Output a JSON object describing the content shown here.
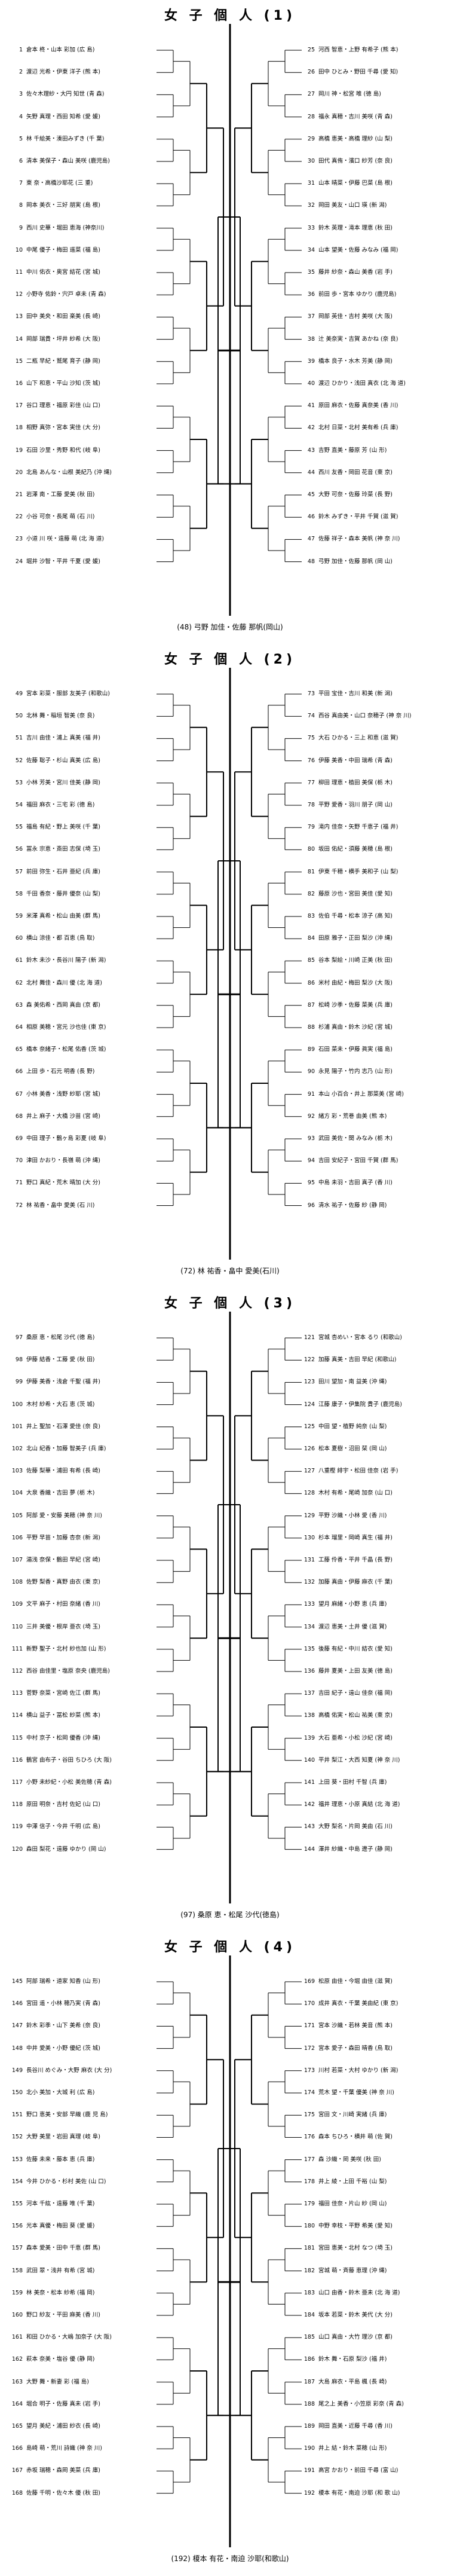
{
  "sections": [
    {
      "title": "女 子 個 人 (1)",
      "winner": "(48)  弓野 加佳・佐藤 那帆(岡山)",
      "left": [
        "1 倉本 柊・山本 彩加 (広 島)",
        "2 渡辺 光希・伊東 洋子 (熊 本)",
        "3 佐々木理紗・大円 知世 (青 森)",
        "4 矢野 真理・西田 知希 (愛 媛)",
        "5 林 千絵美・湊田みずき (千 葉)",
        "6 清本 美保子・森山 美咲 (鹿児島)",
        "7 東 奈・高橋沙耶花 (三 重)",
        "8 岡本 美衣・三好 朋実 (島 根)",
        "9 西川 史華・堀田 恵海 (神奈川)",
        "10 中尾 優子・梅田 遥菜 (福 島)",
        "11 中川 佑衣・奥宮 結花 (宮 城)",
        "12 小野寺 佑鈴・宍戸 卓未 (青 森)",
        "13 田中 美央・和田 楽美 (長 崎)",
        "14 岡部 瑞貴・坪井 紗希 (大 阪)",
        "15 二瓶 早紀・鷲尾 育子 (静 岡)",
        "16 山下 和恵・平山 沙知 (茨 城)",
        "17 谷口 理恵・福原 彩佳 (山 口)",
        "18 相野 真弥・宮本 実佳 (大 分)",
        "19 石田 沙里・秀野 和代 (岐 阜)",
        "20 北島 あんな・山根 美紀乃 (沖 縄)",
        "21 岩澤 南・工藤 愛美 (秋 田)",
        "22 小谷 可奈・長尾 萌 (石 川)",
        "23 小道 川 咲・遠藤 萌 (北 海 道)",
        "24 堀井 沙智・平井 千夏 (愛 媛)"
      ],
      "right": [
        "25 河西 智恵・上野 有希子 (熊 本)",
        "26 田中 ひとみ・野田 千尋 (愛 知)",
        "27 岡川 神・松宮 唯 (徳 島)",
        "28 福永 真穂・吉川 美咲 (青 森)",
        "29 高橋 恵美・高橋 理紗 (山 梨)",
        "30 田代 真侑・濱口 紗芳 (奈 良)",
        "31 山本 晴菜・伊藤 巴菜 (島 根)",
        "32 岡田 美友・山口 瑛 (新 潟)",
        "33 鈴木 英理・滝本 理恵 (秋 田)",
        "34 山本 望美・佐藤 みなみ (福 岡)",
        "35 藤井 紗奈・森山 美香 (岩 手)",
        "36 前田 歩・宮本 ゆかり (鹿児島)",
        "37 岡部 英佳・吉村 美咲 (大 阪)",
        "38 辻 美奈実・吉賀 あかね (奈 良)",
        "39 橋本 良子・水木 芳美 (静 岡)",
        "40 渡辺 ひかり・浅田 真衣 (北 海 道)",
        "41 原田 麻衣・佐藤 真奈美 (香 川)",
        "42 北村 日菜・北村 美有希 (兵 庫)",
        "43 吉野 直美・藤原 芳 (山 形)",
        "44 西川 友香・岡田 花音 (東 京)",
        "45 大野 可奈・佐藤 玲菜 (長 野)",
        "46 鈴木 みずき・平井 千賀 (滋 賀)",
        "47 佐藤 祥子・森本 美帆 (神 奈 川)",
        "48 弓野 加佳・佐藤 那帆 (岡 山)"
      ]
    },
    {
      "title": "女 子 個 人 (2)",
      "winner": "(72)  林 祐香・畠中 愛美(石川)",
      "left": [
        "49 宮本 彩菜・服部 友美子 (和歌山)",
        "50 北林 舞・稲垣 智美 (奈 良)",
        "51 吉川 由佳・浦上 真美 (福 井)",
        "52 佐藤 聡子・杉山 真美 (広 島)",
        "53 小林 芳美・宮川 佳美 (静 岡)",
        "54 福田 麻衣・三宅 彩 (徳 島)",
        "55 福島 有紀・野上 美咲 (千 葉)",
        "56 冨永 宗恵・斎田 志保 (埼 玉)",
        "57 前田 弥生・石井 亜紀 (兵 庫)",
        "58 千田 香奈・藤井 優奈 (山 梨)",
        "59 米澤 真希・松山 由美 (群 馬)",
        "60 横山 涼佳・都 百恵 (鳥 取)",
        "61 鈴木 未沙・長谷川 陽子 (新 潟)",
        "62 北村 舞佳・森川 優 (北 海 道)",
        "63 森 美佑希・西岡 真由 (京 都)",
        "64 相原 美穂・宮元 沙也佳 (東 京)",
        "65 橋本 奈緒子・松尾 佑香 (茨 城)",
        "66 上田 歩・石元 明香 (長 野)",
        "67 小林 美香・浅野 紗耶 (宮 城)",
        "68 井上 麻子・大橋 沙苗 (宮 崎)",
        "69 中田 理子・鶴ヶ島 彩夏 (岐 阜)",
        "70 津田 かおり・長嶺 萌 (沖 縄)",
        "71 野口 真紀・荒木 晴加 (大 分)",
        "72 林 祐香・畠中 愛美 (石 川)"
      ],
      "right": [
        "73 平田 宝佳・吉川 和美 (新 潟)",
        "74 西谷 真由美・山口 奈穂子 (神 奈 川)",
        "75 大石 ひかる・三上 和恵 (滋 賀)",
        "76 伊藤 美香・中田 瑞希 (青 森)",
        "77 柳田 理恵・植田 美保 (栃 木)",
        "78 平野 愛香・羽川 朋子 (岡 山)",
        "79 滝内 佳奈・矢野 千恵子 (福 井)",
        "80 坂田 佑紀・須藤 美穂 (島 根)",
        "81 伊東 千穂・横手 美和子 (山 梨)",
        "82 藤原 沙也・宮田 美佳 (愛 知)",
        "83 佐伯 千尋・松本 涼子 (高 知)",
        "84 田原 雅子・正田 梨沙 (沖 縄)",
        "85 谷本 梨絵・川崎 正美 (秋 田)",
        "86 米村 由紀・梅田 梨沙 (大 阪)",
        "87 松崎 沙季・佐藤 菜美 (兵 庫)",
        "88 杉浦 真由・鈴木 沙紀 (宮 城)",
        "89 石田 菜未・伊藤 眞実 (福 島)",
        "90 永見 陽子・竹内 志乃 (山 形)",
        "91 本山 小百合・井上 那菜美 (宮 崎)",
        "92 緒方 彩・荒巻 由美 (熊 本)",
        "93 武田 美佐・関 みなみ (栃 木)",
        "94 吉田 安紀子・宮田 千賀 (群 馬)",
        "95 中島 未羽・吉田 真子 (香 川)",
        "96 清水 祐子・佐藤 紗 (静 岡)"
      ]
    },
    {
      "title": "女 子 個 人 (3)",
      "winner": "(97)  桑原 恵・松尾 沙代(徳島)",
      "left": [
        "97 桑原 恵・松尾 沙代 (徳 島)",
        "98 伊藤 結香・工藤 愛 (秋 田)",
        "99 伊藤 美香・浅倉 千聖 (福 井)",
        "100 木村 紗希・大石 恵 (茨 城)",
        "101 井上 聖加・石澤 愛佳 (奈 良)",
        "102 北山 紀香・加藤 智美子 (兵 庫)",
        "103 佐藤 梨華・浦田 有希 (長 崎)",
        "104 大泉 香織・吉田 夢 (栃 木)",
        "105 阿部 愛・安藤 美穂 (神 奈 川)",
        "106 平野 早苗・加藤 杏奈 (新 潟)",
        "107 湯浅 奈保・鶴田 早紀 (宮 崎)",
        "108 佐野 梨香・真野 由衣 (東 京)",
        "109 文平 麻子・村田 奈緒 (香 川)",
        "110 三井 美優・根岸 亜衣 (埼 玉)",
        "111 新野 聖子・北村 紗也加 (山 形)",
        "112 西谷 由佳里・塩原 奈央 (鹿児島)",
        "113 菅野 奈菜・宮崎 佐江 (群 馬)",
        "114 横山 益子・冨松 紗菜 (熊 本)",
        "115 中村 京子・松岡 優香 (沖 縄)",
        "116 鶴宮 由布子・谷田 ちひろ (大 阪)",
        "117 小野 未紗紀・小松 美佐穂 (青 森)",
        "118 原田 明奈・吉村 佐妃 (山 口)",
        "119 中澤 信子・今井 千明 (広 島)",
        "120 森田 梨花・遠藤 ゆかり (岡 山)"
      ],
      "right": [
        "121 宮城 杏めい・宮本 るり (和歌山)",
        "122 加藤 真美・吉田 早紀 (和歌山)",
        "123 田川 望加・南 益美 (沖 縄)",
        "124 江藤 康子・伊集院 貴子 (鹿児島)",
        "125 中田 望・植野 純奈 (山 梨)",
        "126 松本 夏樹・沼田 栞 (岡 山)",
        "127 八重樫 緋宇・松田 佳奈 (岩 手)",
        "128 木村 有希・尾崎 加奈 (山 口)",
        "129 平野 沙織・小林 愛 (香 川)",
        "130 杉本 瑠里・岡崎 真生 (福 井)",
        "131 工藤 伶香・平井 千晶 (長 野)",
        "132 加藤 真由・伊藤 麻衣 (千 葉)",
        "133 望月 麻緒・小野 恵 (兵 庫)",
        "134 渡辺 恵美・土井 優 (滋 賀)",
        "135 後藤 有紀・中川 結衣 (愛 知)",
        "136 藤井 夏美・上田 友美 (徳 島)",
        "137 吉田 紀子・遠山 佳奈 (福 岡)",
        "138 高橋 佑実・松山 祐美 (東 京)",
        "139 大石 亜希・小松 沙紀 (宮 崎)",
        "140 平井 梨江・大西 知夏 (神 奈 川)",
        "141 上田 葵・田村 千智 (兵 庫)",
        "142 福井 理恵・小原 真結 (北 海 道)",
        "143 大野 梨名・片岡 美由 (石 川)",
        "144 澤井 紗織・中島 遼子 (静 岡)"
      ]
    },
    {
      "title": "女 子 個 人 (4)",
      "winner": "(192)  榎本 有花・南迫 沙耶(和歌山)",
      "left": [
        "145 阿部 瑞希・道家 知香 (山 形)",
        "146 宮田 遥・小林 穂乃実 (青 森)",
        "147 鈴木 彩季・山下 美希 (奈 良)",
        "148 中井 愛美・小野 優紀 (茨 城)",
        "149 長谷川 めぐみ・大野 麻衣 (大 分)",
        "150 北小 美加・大城 利 (広 島)",
        "151 野口 恵美・安部 早織 (鹿 児 島)",
        "152 大野 美里・岩田 真理 (岐 阜)",
        "153 佐藤 未来・藤本 恵 (兵 庫)",
        "154 今井 ひかる・杉村 美佐 (山 口)",
        "155 河本 千紘・遠藤 唯 (千 葉)",
        "156 光本 真優・梅田 葵 (愛 媛)",
        "157 森本 愛美・田中 千恵 (群 馬)",
        "158 武田 翠・浅井 有希 (宮 城)",
        "159 林 美奈・松本 紗希 (福 岡)",
        "160 野口 紗友・平田 麻美 (香 川)",
        "161 和田 ひかる・大嶋 加奈子 (大 阪)",
        "162 萩本 奈美・塩谷 優 (静 岡)",
        "163 大野 舞・新妻 彩 (福 島)",
        "164 堀合 明子・佐藤 真未 (岩 手)",
        "165 望月 美紀・浦田 紗衣 (長 崎)",
        "166 島崎 萌・荒川 詩織 (神 奈 川)",
        "167 赤坂 瑞穂・森岡 美菜 (兵 庫)",
        "168 佐藤 千明・佐々木 優 (秋 田)"
      ],
      "right": [
        "169 松原 由佳・今堀 由佳 (滋 賀)",
        "170 成井 真衣・千葉 美由紀 (東 京)",
        "171 宮本 沙織・若林 美音 (熊 本)",
        "172 宮本 愛子・森田 晴香 (鳥 取)",
        "173 川村 若菜・大村 ゆかり (新 潟)",
        "174 荒木 望・千葉 優美 (神 奈 川)",
        "175 宮田 文・川崎 実緒 (兵 庫)",
        "176 森本 ちひろ・横井 萌 (佐 賀)",
        "177 森 沙織・岡 美咲 (秋 田)",
        "178 井上 綾・上田 千裕 (山 梨)",
        "179 福田 佳奈・片山 紗 (岡 山)",
        "180 中野 幸枝・平野 希美 (愛 知)",
        "181 宮田 恵美・北村 なつ (埼 玉)",
        "182 宮城 萌・斉藤 恵理 (沖 縄)",
        "183 山口 由香・鈴木 亜未 (北 海 道)",
        "184 坂本 若菜・鈴木 美代 (大 分)",
        "185 山口 真由・大竹 理沙 (京 都)",
        "186 鈴木 舞・石原 梨沙 (福 井)",
        "187 大島 麻衣・平島 楓 (長 崎)",
        "188 尾之上 美香・小笠原 彩奈 (青 森)",
        "189 岡田 直美・近藤 千尋 (香 川)",
        "190 井上 結・鈴木 菜穂 (山 形)",
        "191 高宮 かおり・前田 千尋 (富 山)",
        "192 榎本 有花・南迫 沙耶 (和 歌 山)"
      ]
    }
  ]
}
